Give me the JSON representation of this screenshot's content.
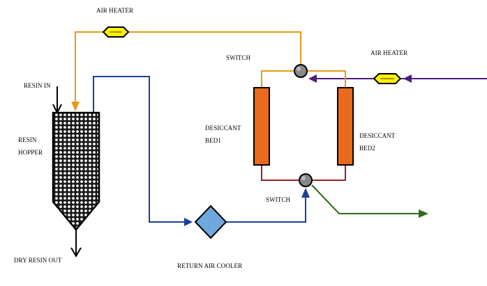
{
  "labels": {
    "air_heater_top": "AIR HEATER",
    "air_heater_right": "AIR HEATER",
    "switch_top": "SWITCH",
    "switch_bottom": "SWITCH",
    "resin_in": "RESIN IN",
    "resin_hopper": "RESIN\nHOPPER",
    "desiccant_bed1": "DESICCANT\nBED1",
    "desiccant_bed2": "DESICCANT\nBED2",
    "dry_resin_out": "DRY RESIN OUT",
    "return_air_cooler": "RETURN AIR COOLER"
  },
  "colors": {
    "orange_line": "#E69A1A",
    "blue_line": "#1A3F9C",
    "purple_line": "#4B1C7C",
    "red_line": "#9C1F24",
    "green_line": "#2E6B12",
    "heater_fill": "#FFF200",
    "bed_fill": "#E96A1A",
    "cooler_fill": "#6FA8DC",
    "switch_fill": "#888888"
  }
}
